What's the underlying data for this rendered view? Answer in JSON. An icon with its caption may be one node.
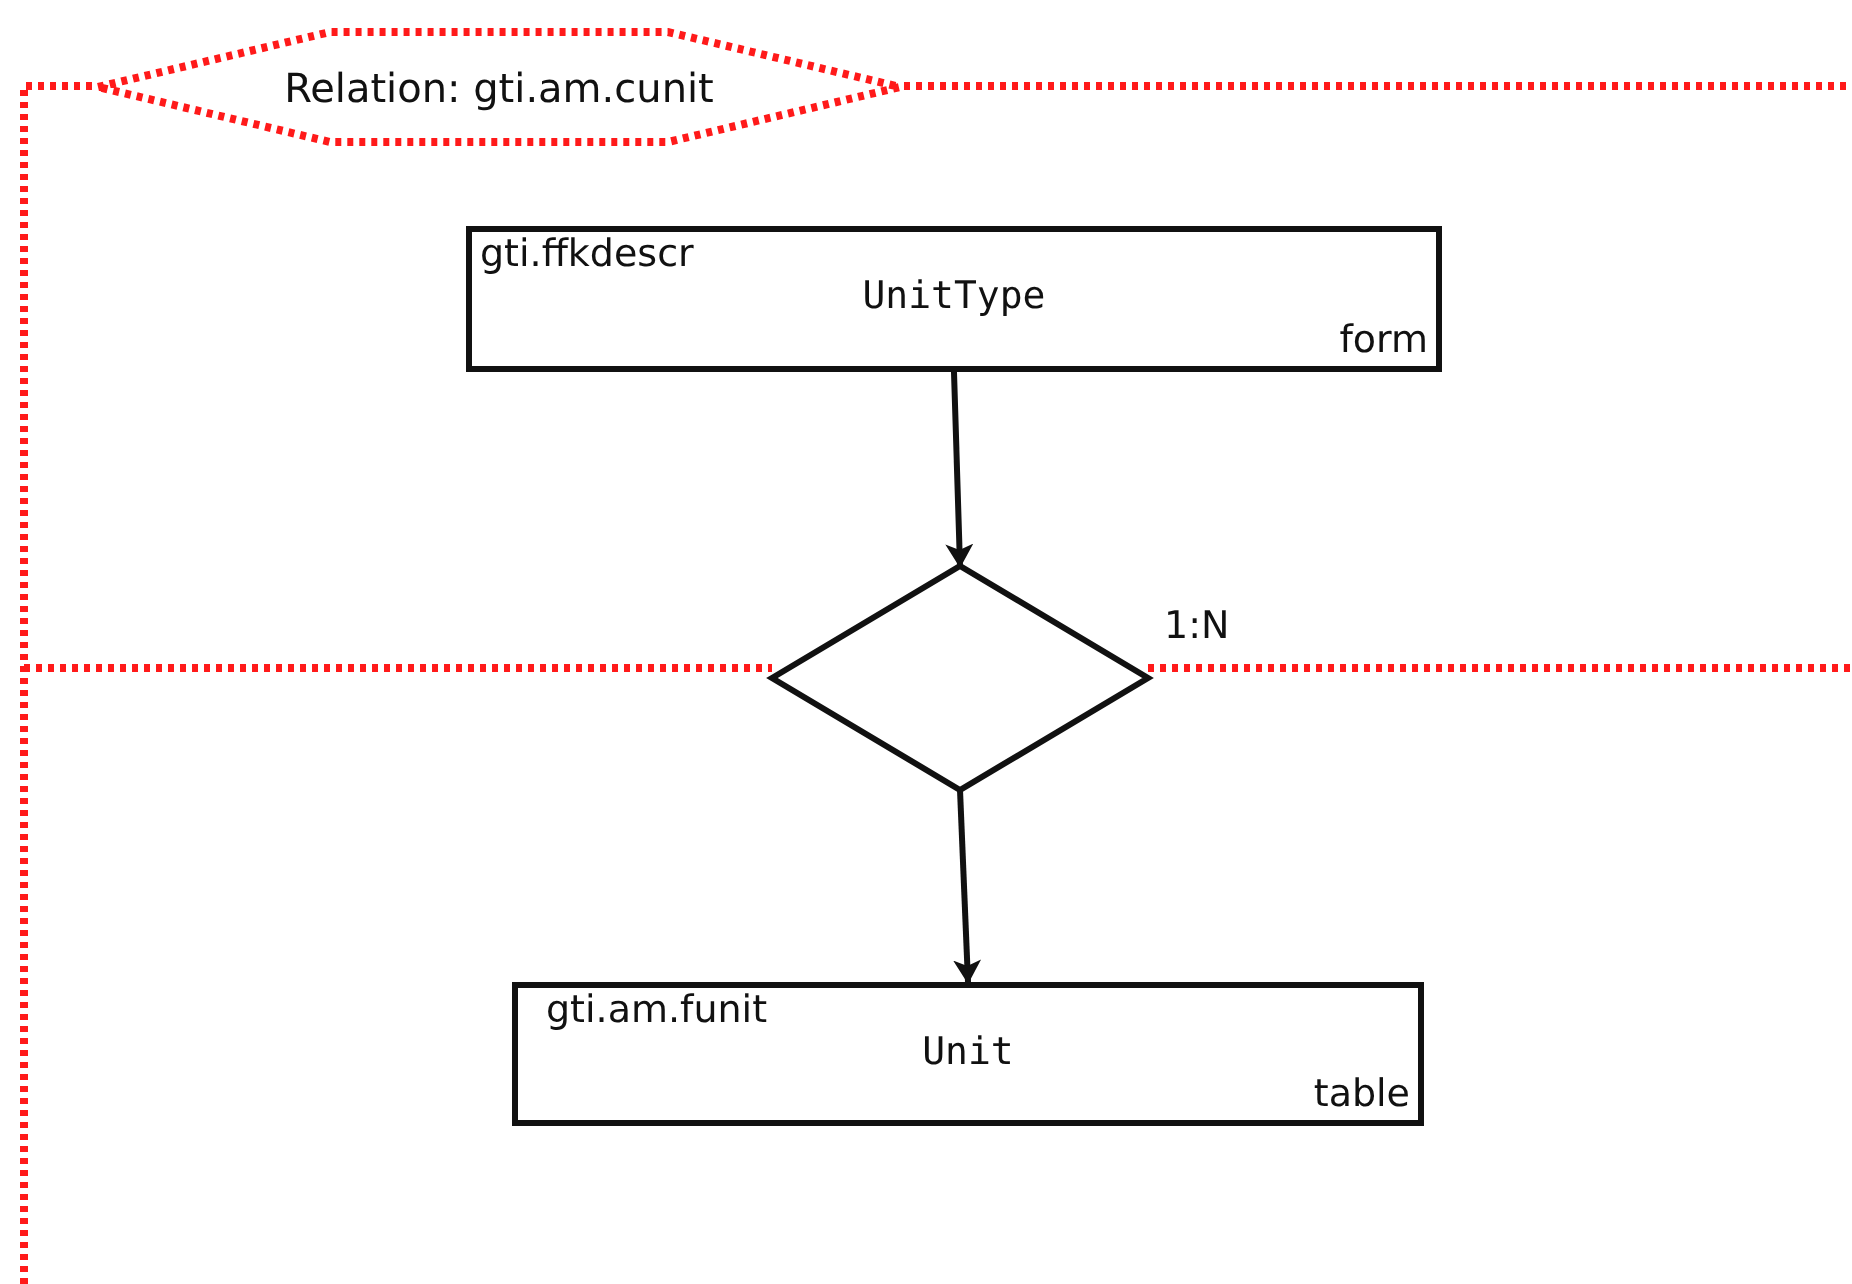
{
  "diagram": {
    "nodes": [
      {
        "text": [
          "Relation: gti.am.cunit"
        ]
      },
      {
        "text": [
          "gti.ffkdescr",
          "UnitType",
          "form"
        ]
      },
      {
        "text": [],
        "shape": "diamond",
        "beside": [
          "1:N"
        ]
      },
      {
        "text": [
          "gti.am.funit",
          "Unit",
          "table"
        ]
      }
    ],
    "edges": [
      {
        "from": 1,
        "to": 2,
        "arrow": "to"
      },
      {
        "from": 2,
        "to": 3,
        "arrow": "to"
      }
    ]
  }
}
